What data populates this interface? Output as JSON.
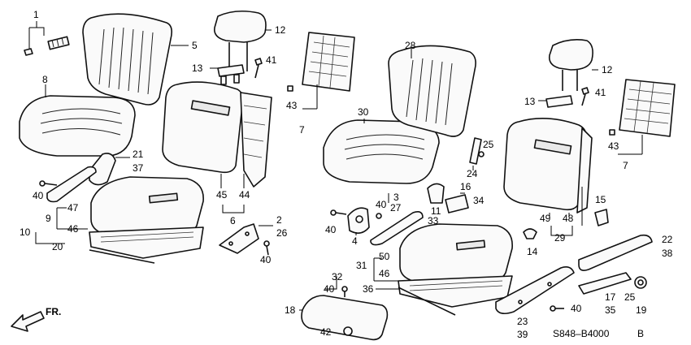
{
  "diagram_code": "S848–B4000",
  "diagram_code_suffix": "B",
  "front_arrow_label": "FR.",
  "callouts": {
    "n1": "1",
    "n2": "2",
    "n3": "3",
    "n4": "4",
    "n5": "5",
    "n6": "6",
    "n7a": "7",
    "n7b": "7",
    "n8": "8",
    "n9": "9",
    "n10": "10",
    "n11": "11",
    "n12a": "12",
    "n12b": "12",
    "n13a": "13",
    "n13b": "13",
    "n14": "14",
    "n15": "15",
    "n16": "16",
    "n17": "17",
    "n18": "18",
    "n19": "19",
    "n20": "20",
    "n21": "21",
    "n22": "22",
    "n23": "23",
    "n24": "24",
    "n25a": "25",
    "n25b": "25",
    "n26": "26",
    "n27": "27",
    "n28": "28",
    "n29": "29",
    "n30": "30",
    "n31": "31",
    "n32": "32",
    "n33": "33",
    "n34": "34",
    "n35": "35",
    "n36": "36",
    "n37": "37",
    "n38": "38",
    "n39": "39",
    "n40a": "40",
    "n40b": "40",
    "n40c": "40",
    "n40d": "40",
    "n40e": "40",
    "n40f": "40",
    "n41a": "41",
    "n41b": "41",
    "n42": "42",
    "n43a": "43",
    "n43b": "43",
    "n44": "44",
    "n45": "45",
    "n46a": "46",
    "n46b": "46",
    "n47": "47",
    "n48": "48",
    "n49": "49",
    "n50": "50"
  }
}
